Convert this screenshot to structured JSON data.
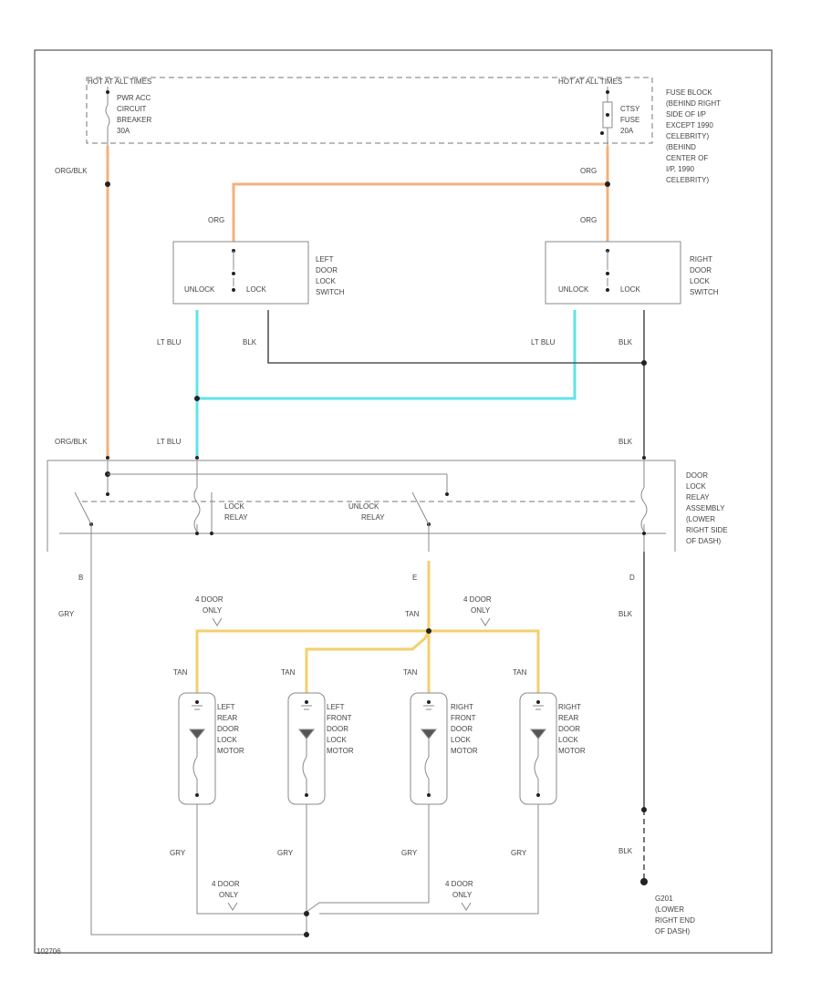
{
  "colors": {
    "org": "#f4b07c",
    "lt_blu": "#5fe3ea",
    "tan": "#f3cf6e",
    "wire_gray": "#8a8a8a",
    "wire_black": "#555555"
  },
  "fuse_block": {
    "hot_left": "HOT AT ALL TIMES",
    "hot_right": "HOT AT ALL TIMES",
    "breaker_lines": [
      "PWR ACC",
      "CIRCUIT",
      "BREAKER",
      "30A"
    ],
    "fuse_lines": [
      "CTSY",
      "FUSE",
      "20A"
    ],
    "location_lines": [
      "FUSE BLOCK",
      "(BEHIND RIGHT",
      "SIDE OF I/P",
      "EXCEPT 1990",
      "CELEBRITY)",
      "(BEHIND",
      "CENTER OF",
      "I/P, 1990",
      "CELEBRITY)"
    ]
  },
  "wires": {
    "org_blk_top": "ORG/BLK",
    "org_top": "ORG",
    "org_left_switch": "ORG",
    "org_right_switch": "ORG",
    "lt_blu_left": "LT BLU",
    "blk_left": "BLK",
    "lt_blu_right": "LT BLU",
    "blk_right": "BLK",
    "org_blk_relay": "ORG/BLK",
    "lt_blu_relay": "LT BLU",
    "blk_relay": "BLK",
    "gry_left": "GRY",
    "tan_center": "TAN",
    "blk_lower": "BLK",
    "tan_1": "TAN",
    "tan_2": "TAN",
    "tan_3": "TAN",
    "tan_4": "TAN",
    "gry_1": "GRY",
    "gry_2": "GRY",
    "gry_3": "GRY",
    "gry_4": "GRY",
    "blk_ground": "BLK"
  },
  "left_switch": {
    "lines": [
      "LEFT",
      "DOOR",
      "LOCK",
      "SWITCH"
    ],
    "unlock": "UNLOCK",
    "lock": "LOCK"
  },
  "right_switch": {
    "lines": [
      "RIGHT",
      "DOOR",
      "LOCK",
      "SWITCH"
    ],
    "unlock": "UNLOCK",
    "lock": "LOCK"
  },
  "relay": {
    "lock_relay": [
      "LOCK",
      "RELAY"
    ],
    "unlock_relay": [
      "UNLOCK",
      "RELAY"
    ],
    "assembly_lines": [
      "DOOR",
      "LOCK",
      "RELAY",
      "ASSEMBLY",
      "(LOWER",
      "RIGHT SIDE",
      "OF DASH)"
    ],
    "pin_b": "B",
    "pin_e": "E",
    "pin_d": "D"
  },
  "four_door_top_left": [
    "4 DOOR",
    "ONLY"
  ],
  "four_door_top_right": [
    "4 DOOR",
    "ONLY"
  ],
  "four_door_bottom_left": [
    "4 DOOR",
    "ONLY"
  ],
  "four_door_bottom_right": [
    "4 DOOR",
    "ONLY"
  ],
  "motors": [
    {
      "lines": [
        "LEFT",
        "REAR",
        "DOOR",
        "LOCK",
        "MOTOR"
      ]
    },
    {
      "lines": [
        "LEFT",
        "FRONT",
        "DOOR",
        "LOCK",
        "MOTOR"
      ]
    },
    {
      "lines": [
        "RIGHT",
        "FRONT",
        "DOOR",
        "LOCK",
        "MOTOR"
      ]
    },
    {
      "lines": [
        "RIGHT",
        "REAR",
        "DOOR",
        "LOCK",
        "MOTOR"
      ]
    }
  ],
  "ground": {
    "id": "G201",
    "lines": [
      "(LOWER",
      "RIGHT END",
      "OF DASH)"
    ]
  },
  "figure_code": "102706"
}
